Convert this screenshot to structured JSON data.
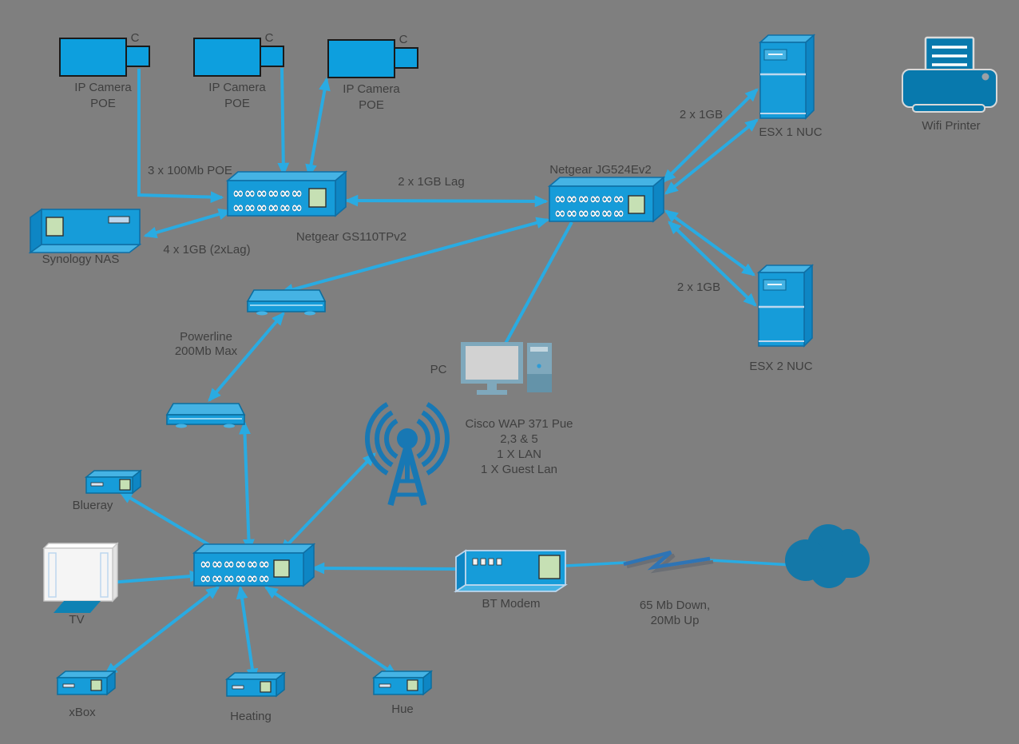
{
  "labels": {
    "camera_c": "C",
    "ip_camera": "IP Camera",
    "poe": "POE",
    "link_camera_poe": "3 x 100Mb POE",
    "switch_gs110": "Netgear GS110TPv2",
    "nas": "Synology NAS",
    "link_nas": "4 x 1GB (2xLag)",
    "link_lag": "2 x 1GB Lag",
    "switch_jg524": "Netgear JG524Ev2",
    "link_esx1": "2 x 1GB",
    "esx1": "ESX 1 NUC",
    "printer": "Wifi Printer",
    "link_esx2": "2 x 1GB",
    "esx2": "ESX 2 NUC",
    "pc": "PC",
    "wap_1": "Cisco WAP 371 Pue",
    "wap_2": "2,3 & 5",
    "wap_3": "1 X LAN",
    "wap_4": "1 X Guest Lan",
    "powerline_1": "Powerline",
    "powerline_2": "200Mb Max",
    "blueray": "Blueray",
    "tv": "TV",
    "xbox": "xBox",
    "heating": "Heating",
    "hue": "Hue",
    "modem": "BT Modem",
    "wan_1": "65 Mb Down,",
    "wan_2": "20Mb Up"
  },
  "icons": {
    "coil": "∞∞∞∞∞∞"
  },
  "colors": {
    "background": "#7F7F7F",
    "device_fill": "#169CD9",
    "device_top": "#45B3E4",
    "device_side": "#0E86C4",
    "device_outline": "#0F6FA5",
    "arrow": "#29ABE2",
    "solid_icon": "#1478A8",
    "accent_green": "#C6E0B4",
    "screen_gray": "#D2D2D2",
    "pc_steel": "#7FA8BC",
    "lightning": "#2E74B5",
    "text": "#3F3F3F"
  },
  "links": [
    {
      "from": "IP Camera POE 1",
      "to": "Netgear GS110TPv2",
      "label": "3 x 100Mb POE"
    },
    {
      "from": "IP Camera POE 2",
      "to": "Netgear GS110TPv2",
      "label": "3 x 100Mb POE"
    },
    {
      "from": "IP Camera POE 3",
      "to": "Netgear GS110TPv2",
      "label": "3 x 100Mb POE"
    },
    {
      "from": "Netgear GS110TPv2",
      "to": "Synology NAS",
      "label": "4 x 1GB (2xLag)"
    },
    {
      "from": "Netgear GS110TPv2",
      "to": "Netgear JG524Ev2",
      "label": "2 x 1GB Lag"
    },
    {
      "from": "Netgear JG524Ev2",
      "to": "ESX 1 NUC",
      "label": "2 x 1GB"
    },
    {
      "from": "Netgear JG524Ev2",
      "to": "ESX 2 NUC",
      "label": "2 x 1GB"
    },
    {
      "from": "Netgear JG524Ev2",
      "to": "PC",
      "label": ""
    },
    {
      "from": "Netgear JG524Ev2",
      "to": "Powerline upper",
      "label": "Powerline 200Mb Max"
    },
    {
      "from": "Powerline upper",
      "to": "Powerline lower",
      "label": ""
    },
    {
      "from": "Unlabeled switch",
      "to": "Powerline lower",
      "label": ""
    },
    {
      "from": "Unlabeled switch",
      "to": "Cisco WAP 371 Pue",
      "label": ""
    },
    {
      "from": "Unlabeled switch",
      "to": "Blueray",
      "label": ""
    },
    {
      "from": "Unlabeled switch",
      "to": "TV",
      "label": ""
    },
    {
      "from": "Unlabeled switch",
      "to": "xBox",
      "label": ""
    },
    {
      "from": "Unlabeled switch",
      "to": "Heating",
      "label": ""
    },
    {
      "from": "Unlabeled switch",
      "to": "Hue",
      "label": ""
    },
    {
      "from": "BT Modem",
      "to": "Unlabeled switch",
      "label": ""
    },
    {
      "from": "BT Modem",
      "to": "Internet cloud",
      "label": "65 Mb Down, 20Mb Up"
    }
  ]
}
